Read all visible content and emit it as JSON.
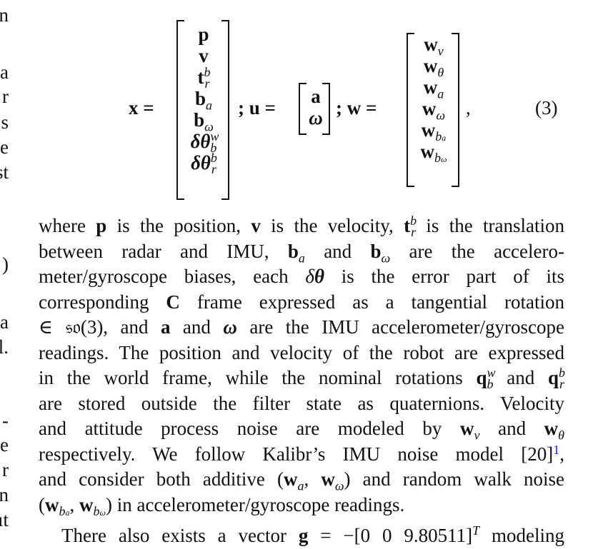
{
  "left_margin_fragments": [
    "n",
    "a",
    "r",
    "s",
    "e",
    "st",
    ")",
    "a",
    "l.",
    "-",
    "e",
    "r",
    "n",
    "ıt"
  ],
  "equation": {
    "x_label": "x =",
    "x_entries": [
      "p",
      "v",
      "t",
      "b",
      "b",
      "δθ",
      "δθ"
    ],
    "u_label": "; u =",
    "u_entries": [
      "a",
      "ω"
    ],
    "w_label": "; w =",
    "w_entries": [
      "w",
      "w",
      "w",
      "w",
      "w",
      "w"
    ],
    "trailing": ",",
    "number": "(3)"
  },
  "paragraph": {
    "lines": [
      "where p is the position, v is the velocity, t is the translation",
      "between radar and IMU, b and b are the accelero-",
      "meter/gyroscope biases, each δθ is the error part of its",
      "corresponding C frame expressed as a tangential rotation",
      "∈ so(3), and a and ω are the IMU accelerometer/gyroscope",
      "readings. The position and velocity of the robot are expressed",
      "in the world frame, while the nominal rotations q and q",
      "are stored outside the filter state as quaternions. Velocity",
      "and attitude process noise are modeled by w and w",
      "respectively. We follow Kalibr’s IMU noise model [20]",
      "and consider both additive (w, w) and random walk noise",
      "(w, w) in accelerometer/gyroscope readings."
    ],
    "footnote_mark": "1",
    "next_line": "There also exists a vector g = −[0 0 9.80511]ᵀ modeling"
  }
}
